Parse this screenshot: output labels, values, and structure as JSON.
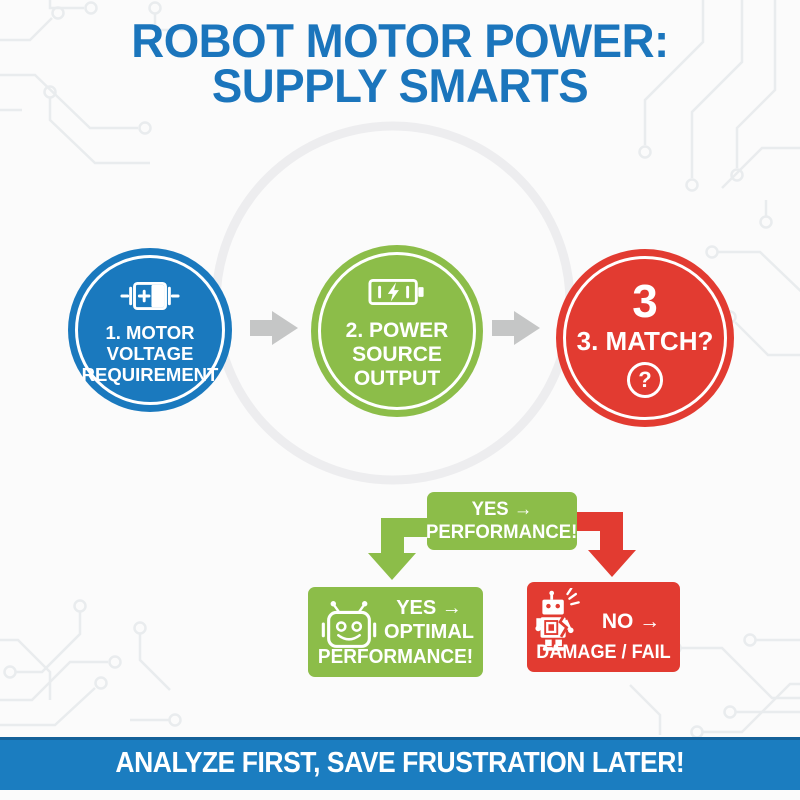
{
  "colors": {
    "bg": "#fbfbfb",
    "blue": "#1a79be",
    "green": "#8cbd49",
    "red": "#e23b31",
    "title-blue": "#1b75bc",
    "banner-blue": "#1b7dc0",
    "arrow-gray": "#c5c6c6",
    "trace-gray": "#e9ecee",
    "ring-gray": "#ededef",
    "white": "#ffffff"
  },
  "title": {
    "line1": "ROBOT MOTOR POWER:",
    "line2": "SUPPLY SMARTS"
  },
  "steps": [
    {
      "name": "motor-voltage-requirement",
      "icon": "motor-icon",
      "lines": [
        "1. MOTOR",
        "VOLTAGE",
        "REQUIREMENT"
      ]
    },
    {
      "name": "power-source-output",
      "icon": "battery-icon",
      "lines": [
        "2. POWER",
        "SOURCE",
        "OUTPUT"
      ]
    },
    {
      "name": "match-check",
      "icon": "question-mark-icon",
      "number": "3",
      "label": "3. MATCH?",
      "question_glyph": "?"
    }
  ],
  "decision": {
    "top_box": {
      "line1": "YES →",
      "line2": "PERFORMANCE!"
    },
    "yes_box": {
      "icon": "happy-robot-icon",
      "line1": "YES →",
      "line2": "OPTIMAL",
      "line3": "PERFORMANCE!"
    },
    "no_box": {
      "icon": "broken-robot-icon",
      "line1": "NO →",
      "line2": "DAMAGE / FAIL"
    }
  },
  "footer": {
    "text": "ANALYZE FIRST, SAVE FRUSTRATION LATER!"
  }
}
